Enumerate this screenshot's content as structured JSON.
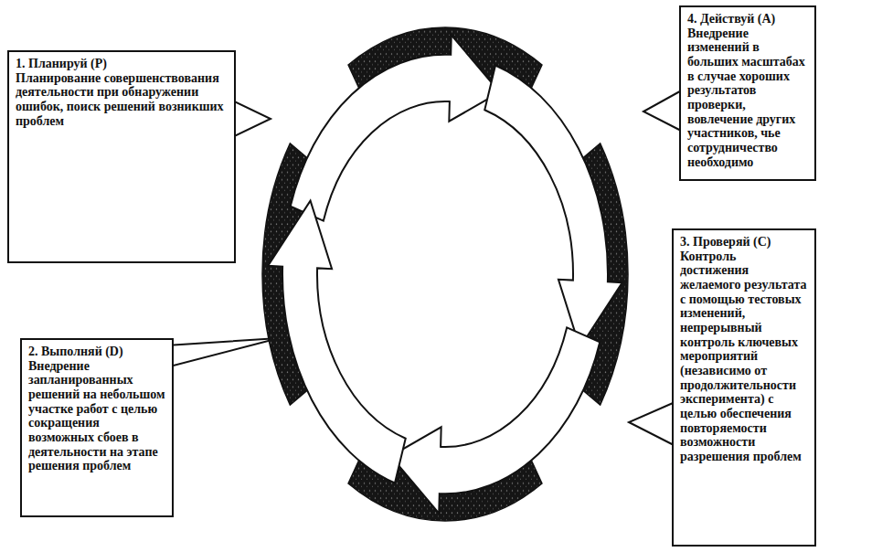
{
  "diagram": {
    "nodes": [
      {
        "text": [
          "1. Планируй (P)",
          "Планирование совершенствования деятельности при обнаружении ошибок, поиск решений возникших проблем"
        ]
      },
      {
        "text": [
          "2. Выполняй (D)",
          "Внедрение запланированных решений на небольшом участке работ с целью сокращения возможных сбоев в деятельности на этапе решения проблем"
        ]
      },
      {
        "text": [
          "3. Проверяй (C)",
          "Контроль достижения желаемого результата с помощью тестовых изменений, непрерывный контроль ключевых мероприятий (независимо от продолжительности эксперимента) с целью обеспечения повторяемости возможности разрешения проблем"
        ]
      },
      {
        "text": [
          "4. Действуй (A)",
          "Внедрение изменений в больших масштабах в случае хороших результатов проверки, вовлечение других участников, чье сотрудничество необходимо"
        ]
      }
    ]
  }
}
